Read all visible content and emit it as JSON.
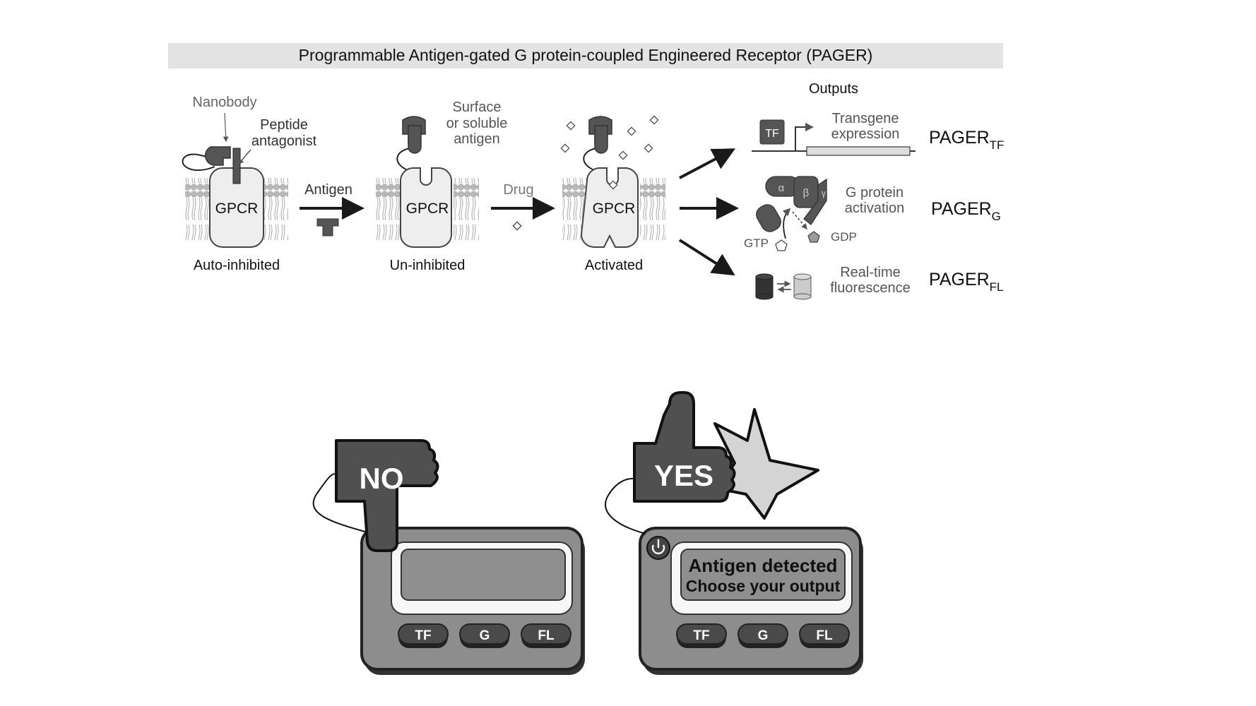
{
  "header": {
    "title": "Programmable Antigen-gated G protein-coupled Engineered Receptor (PAGER)"
  },
  "states": [
    {
      "receptor": "GPCR",
      "caption": "Auto-inhibited"
    },
    {
      "receptor": "GPCR",
      "caption": "Un-inhibited"
    },
    {
      "receptor": "GPCR",
      "caption": "Activated"
    }
  ],
  "labels": {
    "nanobody": "Nanobody",
    "peptide_line1": "Peptide",
    "peptide_line2": "antagonist",
    "antigen_arrow": "Antigen",
    "drug_arrow": "Drug",
    "surface_line1": "Surface",
    "surface_line2": "or soluble",
    "surface_line3": "antigen"
  },
  "outputs": {
    "heading": "Outputs",
    "tf": {
      "box": "TF",
      "line1": "Transgene",
      "line2": "expression",
      "name": "PAGER",
      "sub": "TF"
    },
    "g": {
      "alpha": "α",
      "beta": "β",
      "gamma": "γ",
      "line1": "G protein",
      "line2": "activation",
      "gtp": "GTP",
      "gdp": "GDP",
      "name": "PAGER",
      "sub": "G"
    },
    "fl": {
      "line1": "Real-time",
      "line2": "fluorescence",
      "name": "PAGER",
      "sub": "FL"
    }
  },
  "devices": {
    "left": {
      "sign": "NO",
      "buttons": [
        "TF",
        "G",
        "FL"
      ]
    },
    "right": {
      "sign": "YES",
      "screen_line1": "Antigen detected",
      "screen_line2": "Choose your output",
      "buttons": [
        "TF",
        "G",
        "FL"
      ]
    }
  },
  "colors": {
    "dark": "#555555",
    "mid": "#8a8a8a",
    "light": "#d9d9d9",
    "banner": "#e3e3e3"
  }
}
